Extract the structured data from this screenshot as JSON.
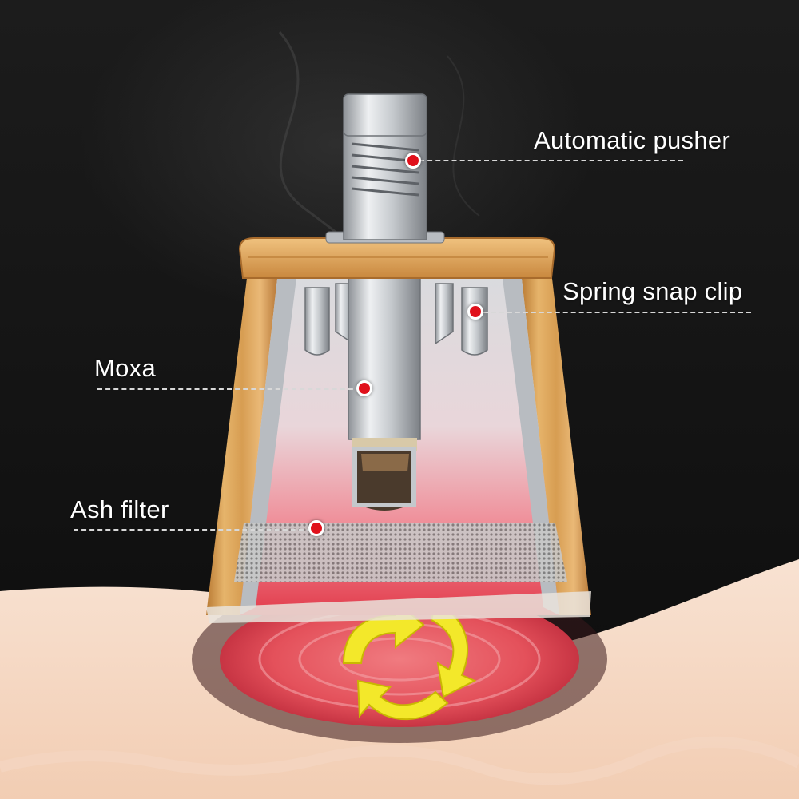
{
  "callouts": {
    "automatic_pusher": "Automatic pusher",
    "spring_snap_clip": "Spring snap clip",
    "moxa": "Moxa",
    "ash_filter": "Ash filter"
  },
  "colors": {
    "background": "#111111",
    "bamboo": "#d9a45a",
    "steel": "#c9ccd0",
    "skin": "#f6d9c4",
    "heat_glow": "#e85a64",
    "arrows": "#f3e82a",
    "marker": "#e0101b"
  },
  "icons": [
    "spring-icon",
    "rotation-arrows-icon"
  ]
}
